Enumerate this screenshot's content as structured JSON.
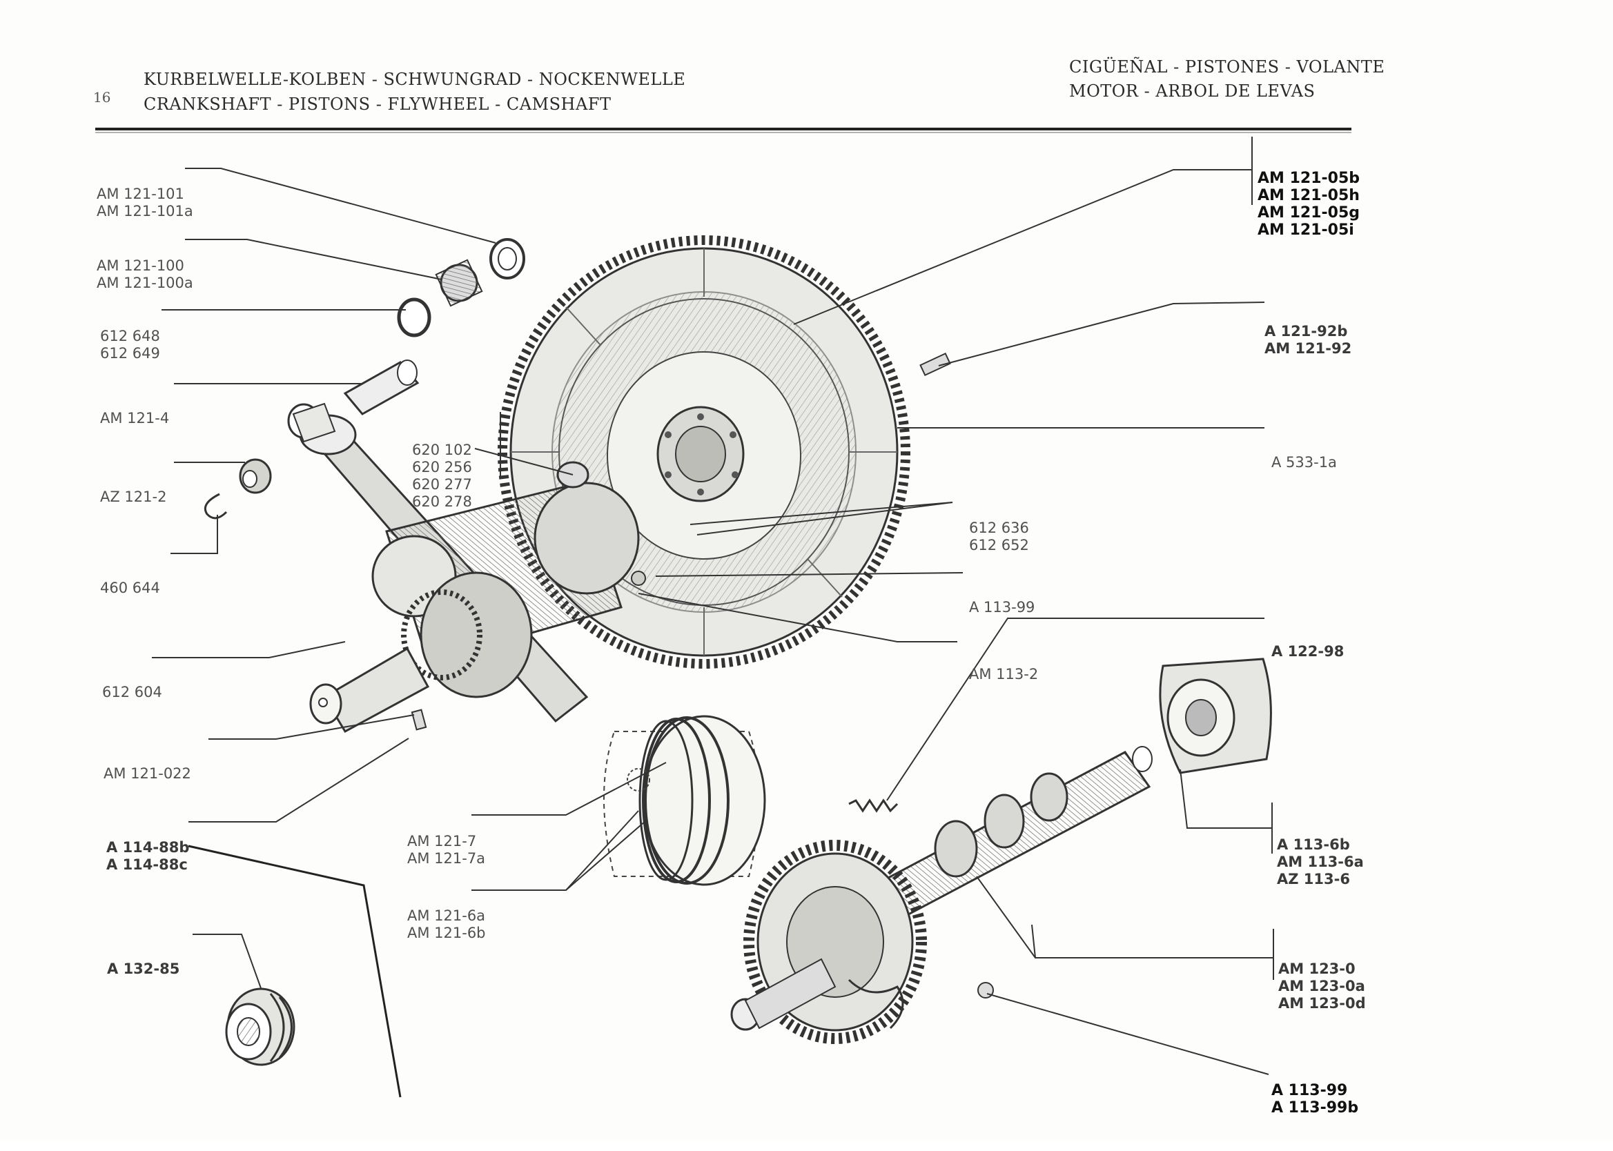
{
  "header": {
    "page_number": "16",
    "german": "KURBELWELLE-KOLBEN - SCHWUNGRAD - NOCKENWELLE",
    "english": "CRANKSHAFT - PISTONS - FLYWHEEL - CAMSHAFT",
    "spanish_line1": "CIGÜEÑAL - PISTONES - VOLANTE",
    "spanish_line2": "MOTOR - ARBOL DE LEVAS"
  },
  "callouts": {
    "am121_101": [
      "AM 121-101",
      "AM 121-101a"
    ],
    "am121_100": [
      "AM 121-100",
      "AM 121-100a"
    ],
    "c612648": [
      "612 648",
      "612 649"
    ],
    "am121_4": [
      "AM 121-4"
    ],
    "az121_2": [
      "AZ 121-2"
    ],
    "c460644": [
      "460 644"
    ],
    "c612604": [
      "612 604"
    ],
    "am121_022": [
      "AM 121-022"
    ],
    "a114_88": [
      "A 114-88b",
      "A 114-88c"
    ],
    "a132_85": [
      "A 132-85"
    ],
    "c620102": [
      "620 102",
      "620 256",
      "620 277",
      "620 278"
    ],
    "am121_7": [
      "AM 121-7",
      "AM 121-7a"
    ],
    "am121_6": [
      "AM 121-6a",
      "AM 121-6b"
    ],
    "am121_05": [
      "AM 121-05b",
      "AM 121-05h",
      "AM 121-05g",
      "AM 121-05i"
    ],
    "a121_92": [
      "A 121-92b",
      "AM 121-92"
    ],
    "a533": [
      "A 533-1a"
    ],
    "c612636": [
      "612 636",
      "612 652"
    ],
    "a113_99_top": [
      "A 113-99"
    ],
    "am113_2": [
      "AM 113-2"
    ],
    "a122_98": [
      "A 122-98"
    ],
    "a113_6": [
      "A 113-6b",
      "AM 113-6a",
      "AZ 113-6"
    ],
    "am123_0": [
      "AM 123-0",
      "AM 123-0a",
      "AM 123-0d"
    ],
    "a113_99_bottom": [
      "A 113-99",
      "A 113-99b"
    ]
  }
}
